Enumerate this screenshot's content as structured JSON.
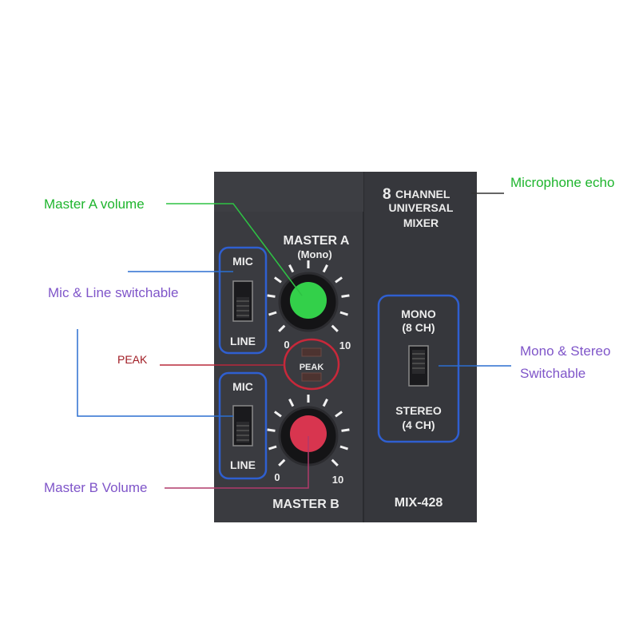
{
  "device": {
    "brand_number": "8",
    "brand_line1": "CHANNEL",
    "brand_line2": "UNIVERSAL",
    "brand_line3": "MIXER",
    "master_a_title": "MASTER A",
    "master_a_sub": "(Mono)",
    "master_b_title": "MASTER B",
    "switch_top_label": "MIC",
    "switch_bottom_label": "LINE",
    "scale_min": "0",
    "scale_max": "10",
    "peak_label": "PEAK",
    "mono_line1": "MONO",
    "mono_line2": "(8 CH)",
    "stereo_line1": "STEREO",
    "stereo_line2": "(4 CH)",
    "model": "MIX-428"
  },
  "callouts": {
    "master_a_volume": "Master A volume",
    "microphone_echo": "Microphone echo",
    "mic_line_switchable": "Mic & Line switchable",
    "peak": "PEAK",
    "mono_stereo_line1": "Mono & Stereo",
    "mono_stereo_line2": "Switchable",
    "master_b_volume": "Master B Volume"
  },
  "colors": {
    "panel": "#3a3b40",
    "panel_right": "#37383d",
    "knob_a": "#33d04a",
    "knob_b": "#d8354f",
    "highlight_blue": "#2f5fd0",
    "highlight_red": "#c8283a",
    "label_green": "#1fb52e",
    "label_purple": "#7f55c9",
    "label_darkred": "#a01c24",
    "line_blue": "#2b6fd0",
    "line_green": "#2ec244",
    "line_red": "#b8283a",
    "line_purple": "#b03a6a",
    "line_dark": "#333333"
  }
}
